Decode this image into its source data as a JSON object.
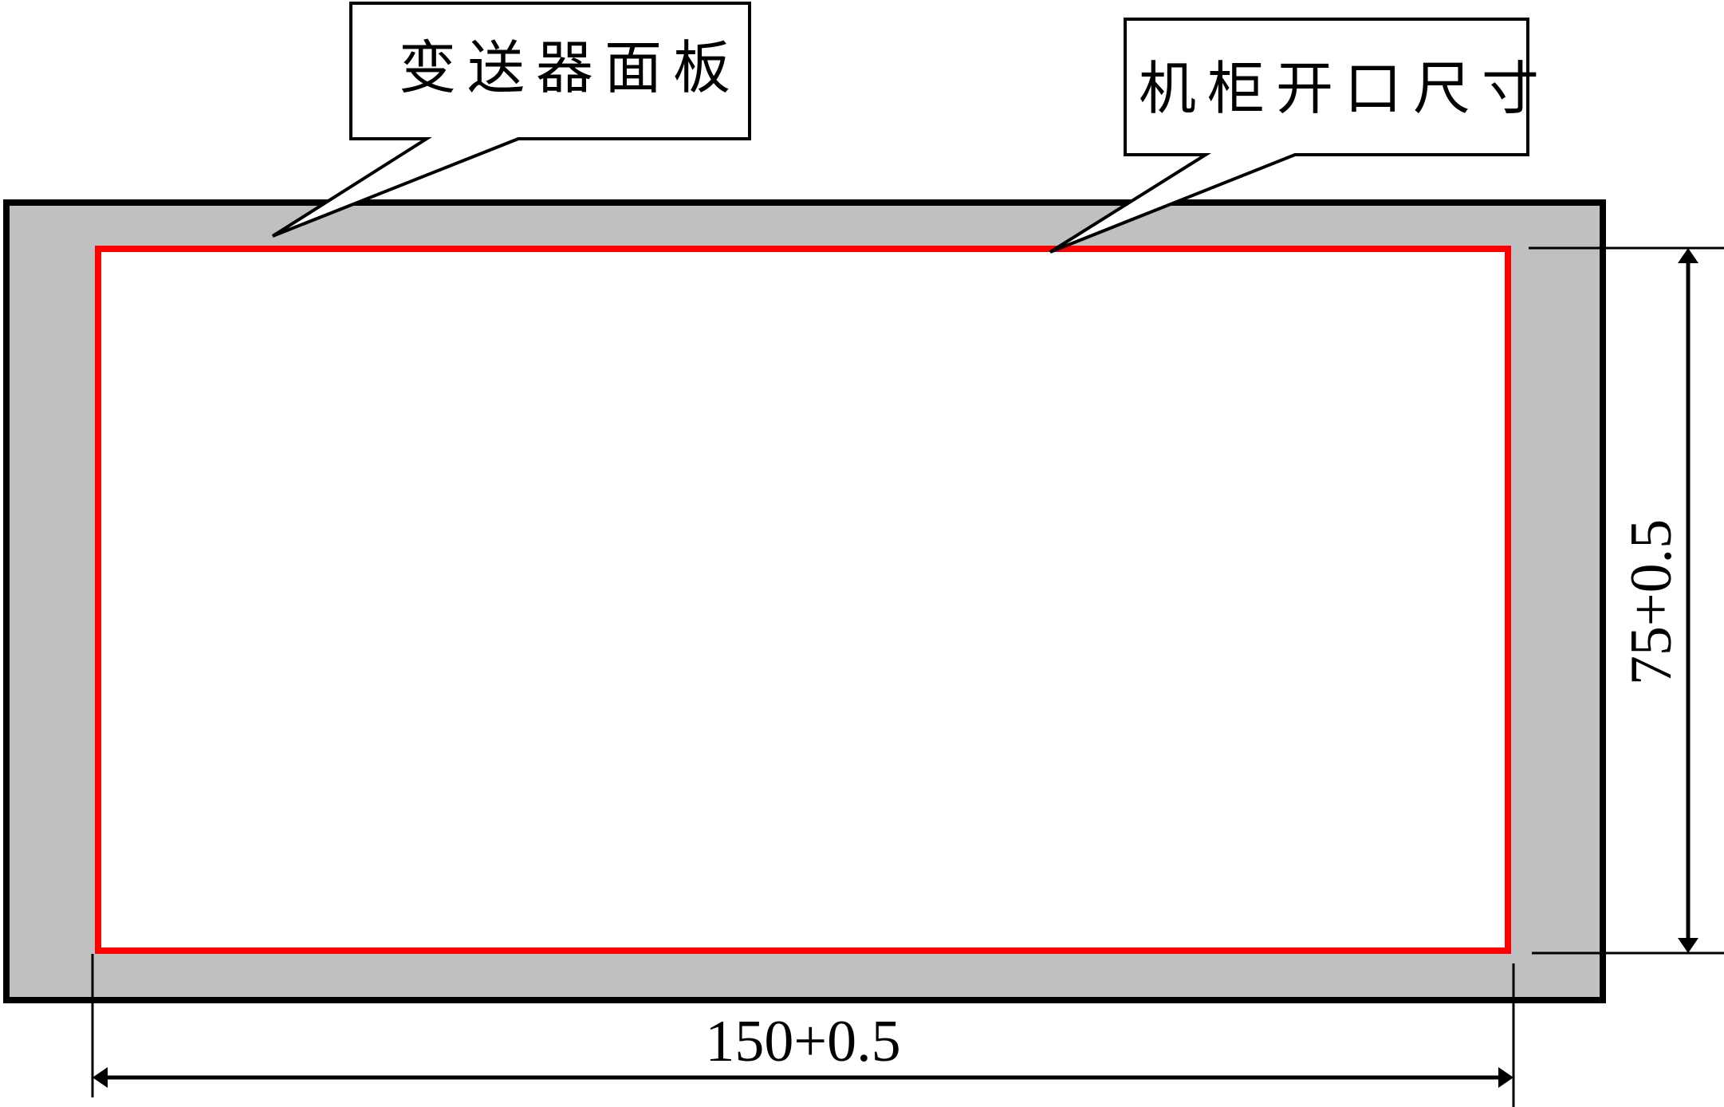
{
  "diagram": {
    "title": "Transmitter panel cabinet cutout dimension drawing",
    "colors": {
      "panel_fill": "#C0C0C0",
      "panel_border": "#000000",
      "cutout_outline": "#FF0000",
      "cutout_fill": "#FFFFFF",
      "line": "#000000"
    },
    "callouts": [
      {
        "id": "panel",
        "label": "变送器面板"
      },
      {
        "id": "cutout",
        "label": "机柜开口尺寸"
      }
    ],
    "dimensions": {
      "width": {
        "label": "150+0.5",
        "value": 150,
        "tolerance": "+0.5",
        "orientation": "horizontal"
      },
      "height": {
        "label": "75+0.5",
        "value": 75,
        "tolerance": "+0.5",
        "orientation": "vertical"
      }
    }
  }
}
